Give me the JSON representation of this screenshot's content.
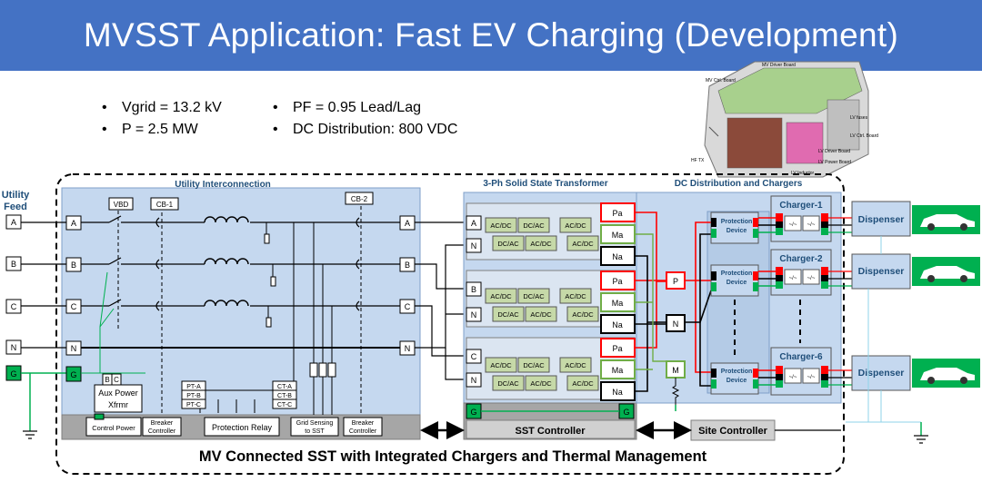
{
  "title": "MVSST Application: Fast EV Charging (Development)",
  "specs_left": [
    "Vgrid = 13.2 kV",
    "P = 2.5 MW"
  ],
  "specs_right": [
    "PF = 0.95 Lead/Lag",
    "DC Distribution: 800 VDC"
  ],
  "photo_labels": {
    "mv_driver": "MV Driver Board",
    "mv_ctrl": "MV Ctrl. Board",
    "hf_tx": "HF TX",
    "lv_fuses": "LV fuses",
    "lv_ctrl": "LV Ctrl. Board",
    "lv_driver": "LV Driver Board",
    "lv_power": "LV Power Board",
    "lv_inductor": "LV Inductor"
  },
  "utility_feed": "Utility\nFeed",
  "utility_feed_lines": [
    "Utility",
    "Feed"
  ],
  "phases": [
    "A",
    "B",
    "C",
    "N",
    "G"
  ],
  "sections": {
    "utility": "Utility Interconnection",
    "sst": "3-Ph Solid State Transformer",
    "dc": "DC Distribution and Chargers"
  },
  "utility_labels": {
    "vbd": "VBD",
    "cb1": "CB-1",
    "cb2": "CB-2",
    "bc_b": "B",
    "bc_c": "C",
    "aux_power": "Aux Power",
    "xfrmr": "Xfrmr",
    "control_power": "Control Power",
    "breaker_controller_1": [
      "Breaker",
      "Controller"
    ],
    "protection_relay": "Protection Relay",
    "pt": [
      "PT-A",
      "PT-B",
      "PT-C"
    ],
    "ct": [
      "CT-A",
      "CT-B",
      "CT-C"
    ],
    "grid_sensing": [
      "Grid Sensing",
      "to SST"
    ],
    "breaker_controller_2": [
      "Breaker",
      "Controller"
    ]
  },
  "sst_labels": {
    "converters": [
      "AC/DC",
      "DC/AC",
      "AC/DC",
      "DC/AC",
      "AC/DC",
      "AC/DC"
    ],
    "ports": [
      "Pa",
      "Ma",
      "Na"
    ],
    "controller": "SST Controller",
    "inputs": [
      "A",
      "N",
      "B",
      "N",
      "C",
      "N"
    ],
    "g": "G"
  },
  "dc_labels": {
    "p": "P",
    "n": "N",
    "m": "M",
    "protection_device": [
      "Protection",
      "Device"
    ],
    "chargers": [
      "Charger-1",
      "Charger-2",
      "Charger-6"
    ],
    "converter_sym": [
      "~/~",
      "~/~"
    ],
    "dispenser": "Dispenser",
    "site_controller": "Site Controller"
  },
  "footer": "MV Connected SST with Integrated Chargers and Thermal Management",
  "colors": {
    "banner": "#4472c4",
    "panel": "#c5d8ef",
    "panel_dark": "#b4cbe6",
    "ground": "#00b050",
    "pos": "#ff0000",
    "mid": "#70ad47",
    "neg": "#000000"
  }
}
